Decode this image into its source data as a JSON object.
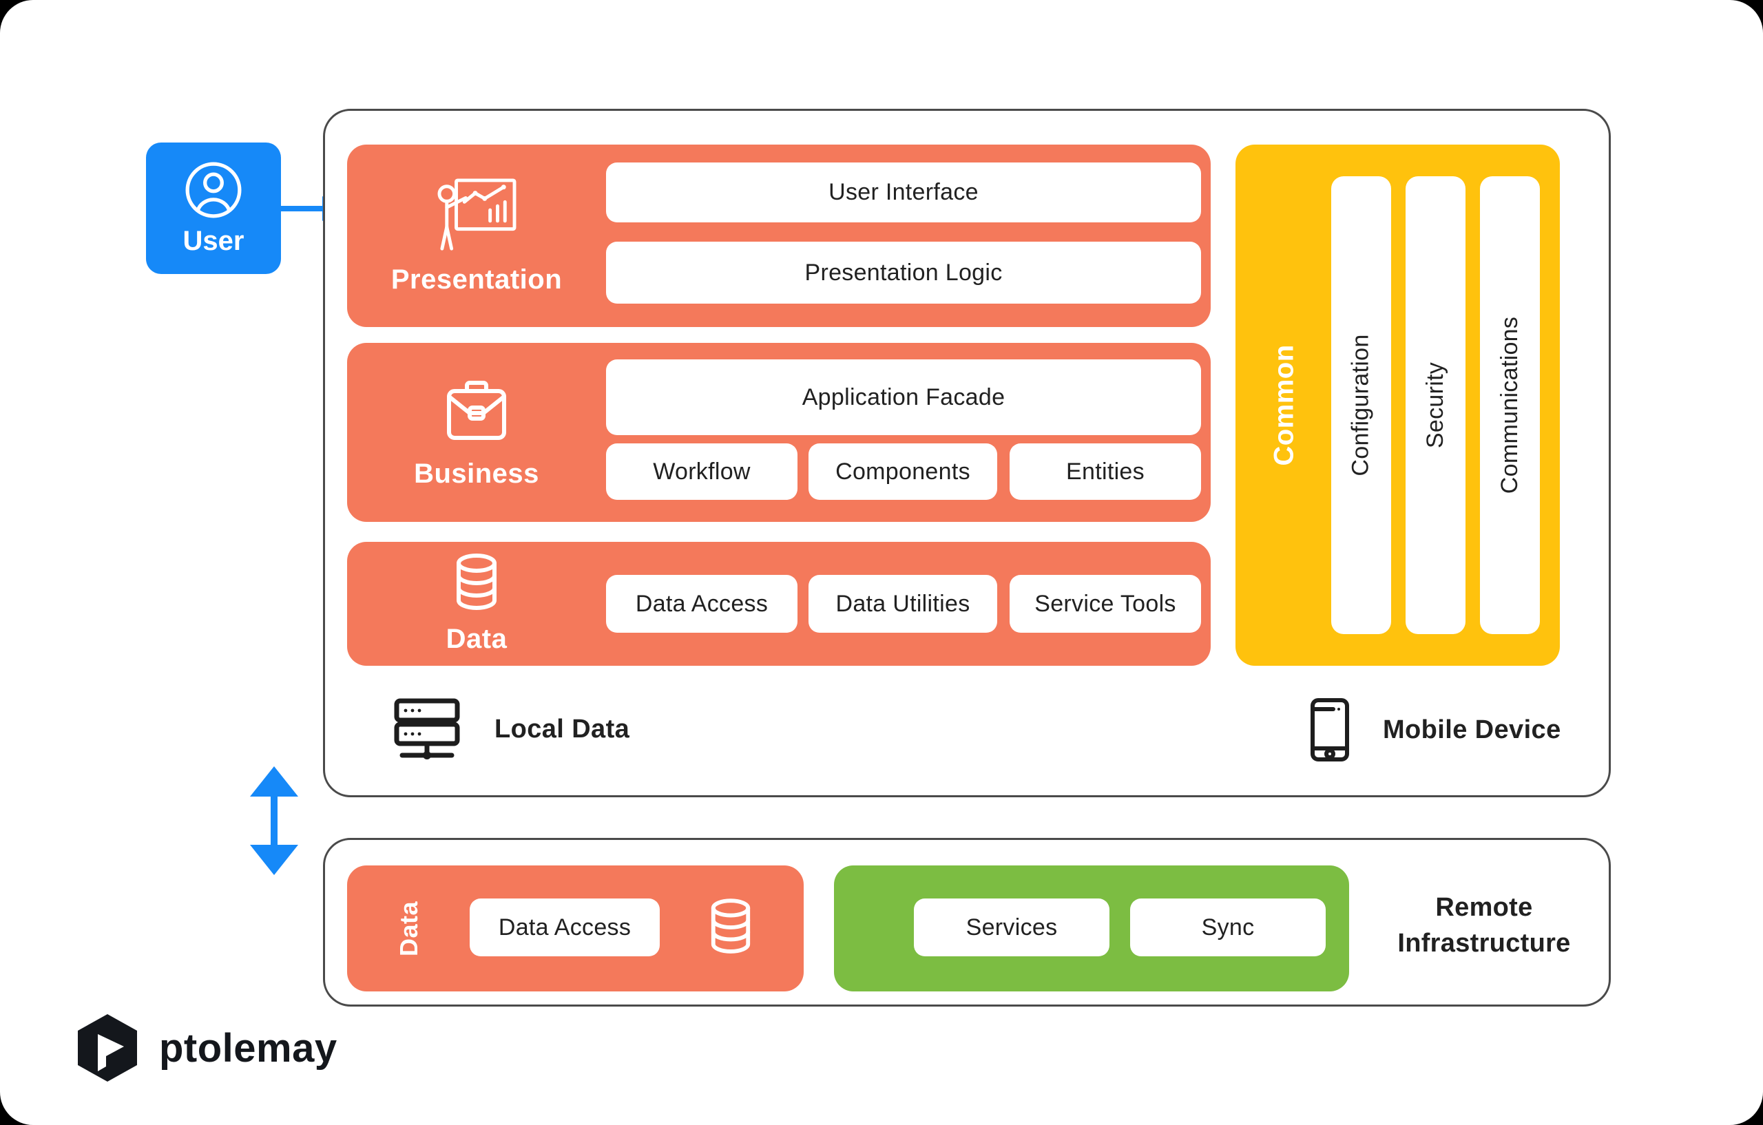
{
  "colors": {
    "blue": "#1689f8",
    "orange": "#f4795b",
    "yellow": "#ffc20d",
    "green": "#7cbd42",
    "border": "#4a4a4a",
    "text": "#212121"
  },
  "user": {
    "label": "User"
  },
  "main": {
    "presentation": {
      "label": "Presentation",
      "user_interface": "User Interface",
      "presentation_logic": "Presentation Logic"
    },
    "business": {
      "label": "Business",
      "application_facade": "Application Facade",
      "workflow": "Workflow",
      "components": "Components",
      "entities": "Entities"
    },
    "data": {
      "label": "Data",
      "data_access": "Data Access",
      "data_utilities": "Data Utilities",
      "service_tools": "Service Tools"
    },
    "common": {
      "label": "Common",
      "configuration": "Configuration",
      "security": "Security",
      "communications": "Communications"
    },
    "local_data": {
      "label": "Local Data"
    },
    "mobile_device": {
      "label": "Mobile Device"
    }
  },
  "remote": {
    "data": {
      "label": "Data",
      "data_access": "Data Access"
    },
    "services": "Services",
    "sync": "Sync",
    "label": "Remote Infrastructure"
  },
  "footer": {
    "brand": "ptolemay"
  }
}
